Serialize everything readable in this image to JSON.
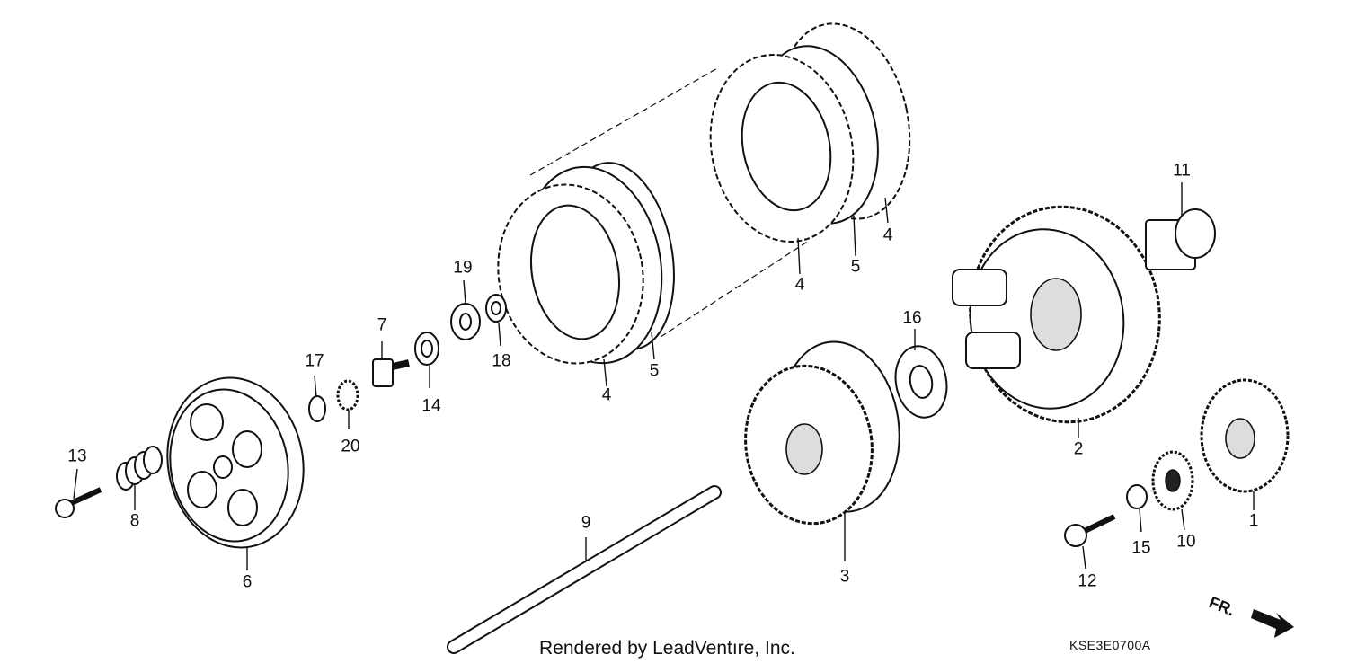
{
  "callouts": [
    {
      "id": "1",
      "text": "1"
    },
    {
      "id": "2",
      "text": "2"
    },
    {
      "id": "3",
      "text": "3"
    },
    {
      "id": "4a",
      "text": "4"
    },
    {
      "id": "4b",
      "text": "4"
    },
    {
      "id": "4c",
      "text": "4"
    },
    {
      "id": "5a",
      "text": "5"
    },
    {
      "id": "5b",
      "text": "5"
    },
    {
      "id": "6",
      "text": "6"
    },
    {
      "id": "7",
      "text": "7"
    },
    {
      "id": "8",
      "text": "8"
    },
    {
      "id": "9",
      "text": "9"
    },
    {
      "id": "10",
      "text": "10"
    },
    {
      "id": "11",
      "text": "11"
    },
    {
      "id": "12",
      "text": "12"
    },
    {
      "id": "13",
      "text": "13"
    },
    {
      "id": "14",
      "text": "14"
    },
    {
      "id": "15",
      "text": "15"
    },
    {
      "id": "16",
      "text": "16"
    },
    {
      "id": "17",
      "text": "17"
    },
    {
      "id": "18",
      "text": "18"
    },
    {
      "id": "19",
      "text": "19"
    },
    {
      "id": "20",
      "text": "20"
    }
  ],
  "credit": "Rendered by LeadVentıre, Inc.",
  "diagram_code": "KSE3E0700A",
  "direction_label": "FR."
}
